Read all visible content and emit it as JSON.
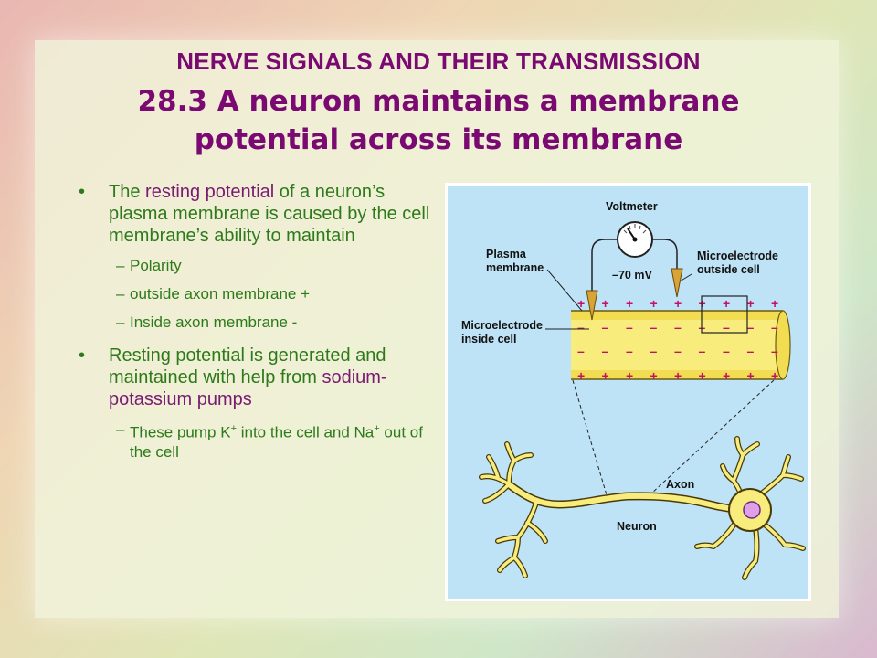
{
  "title": {
    "line1": "NERVE SIGNALS AND THEIR TRANSMISSION",
    "line2a": "28.3  A neuron maintains a membrane",
    "line2b": "potential across its membrane"
  },
  "bullets": {
    "b1_pre": "The ",
    "b1_hl": "resting potential",
    "b1_post": " of a neuron’s plasma membrane is caused by the cell membrane’s ability to maintain",
    "s1": "Polarity",
    "s2": " outside axon membrane +",
    "s3": " Inside  axon membrane -",
    "b2_pre": "Resting potential is generated and maintained with help from ",
    "b2_hl": "sodium-potassium pumps",
    "s4_a": "These pump K",
    "s4_sup1": "+",
    "s4_b": " into the cell and Na",
    "s4_sup2": "+",
    "s4_c": " out of the cell"
  },
  "glyphs": {
    "bullet": "•",
    "dash": "–"
  },
  "diagram": {
    "voltmeter": "Voltmeter",
    "reading": "–70 mV",
    "plasma1": "Plasma",
    "plasma2": "membrane",
    "outside1": "Microelectrode",
    "outside2": "outside cell",
    "inside1": "Microelectrode",
    "inside2": "inside cell",
    "axon": "Axon",
    "neuron": "Neuron",
    "plus": "+",
    "minus": "–"
  },
  "colors": {
    "title": "#7a0a72",
    "body_text": "#2d7a1a",
    "highlight": "#7a1a72",
    "diagram_bg": "#bfe3f6",
    "axon_fill": "#f7ec7c",
    "charge": "#c4106a"
  }
}
